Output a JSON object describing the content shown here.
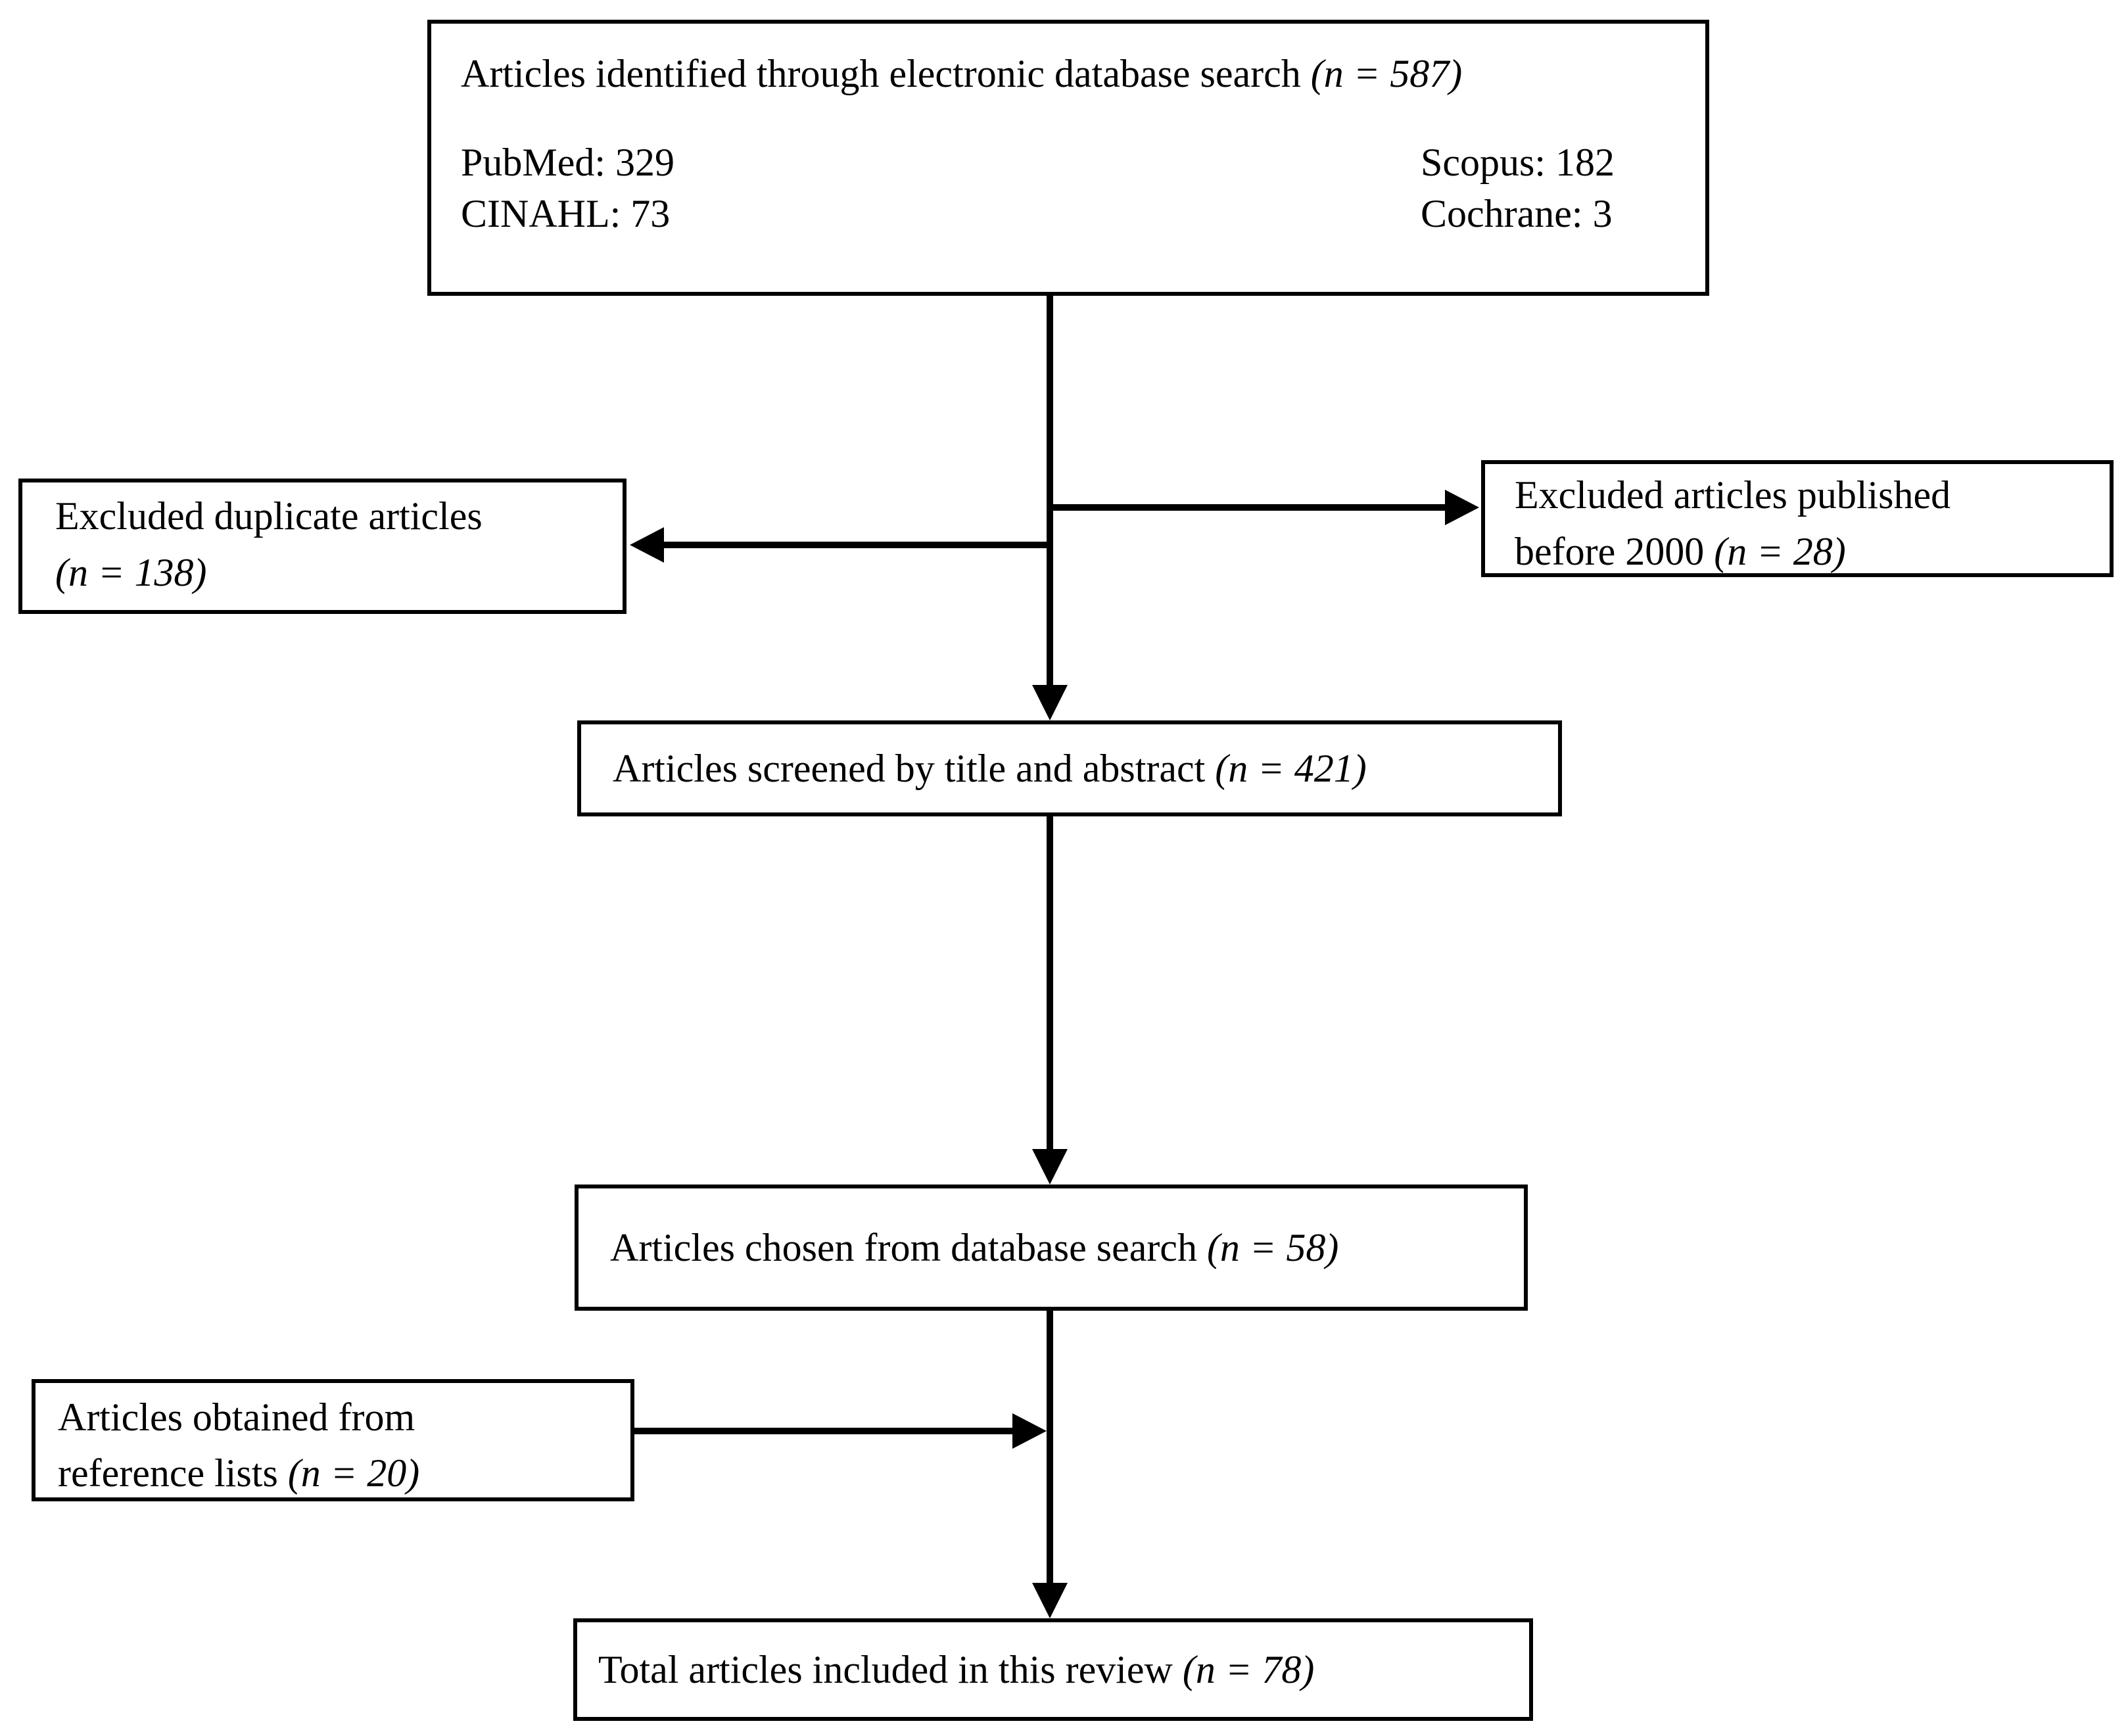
{
  "diagram": {
    "background": "#ffffff",
    "ink": "#000000",
    "boxes": {
      "identified": {
        "text": "Articles identified through electronic database search ",
        "n": "(n = 587)",
        "stats_left": [
          "PubMed: 329",
          "CINAHL: 73"
        ],
        "stats_right": [
          "Scopus: 182",
          "Cochrane: 3"
        ]
      },
      "excluded_duplicates": {
        "line1": "Excluded duplicate articles",
        "line2_pre": "",
        "n": "(n = 138)"
      },
      "excluded_before_2000": {
        "line1": "Excluded articles published",
        "line2_pre": "before 2000 ",
        "n": "(n = 28)"
      },
      "screened": {
        "text": "Articles screened by title and abstract ",
        "n": "(n = 421)"
      },
      "chosen": {
        "text": "Articles chosen from database search ",
        "n": "(n = 58)"
      },
      "reference_lists": {
        "line1": "Articles obtained from",
        "line2_pre": "reference lists ",
        "n": "(n = 20)"
      },
      "total": {
        "text": "Total articles included in this review ",
        "n": "(n = 78)"
      }
    }
  }
}
